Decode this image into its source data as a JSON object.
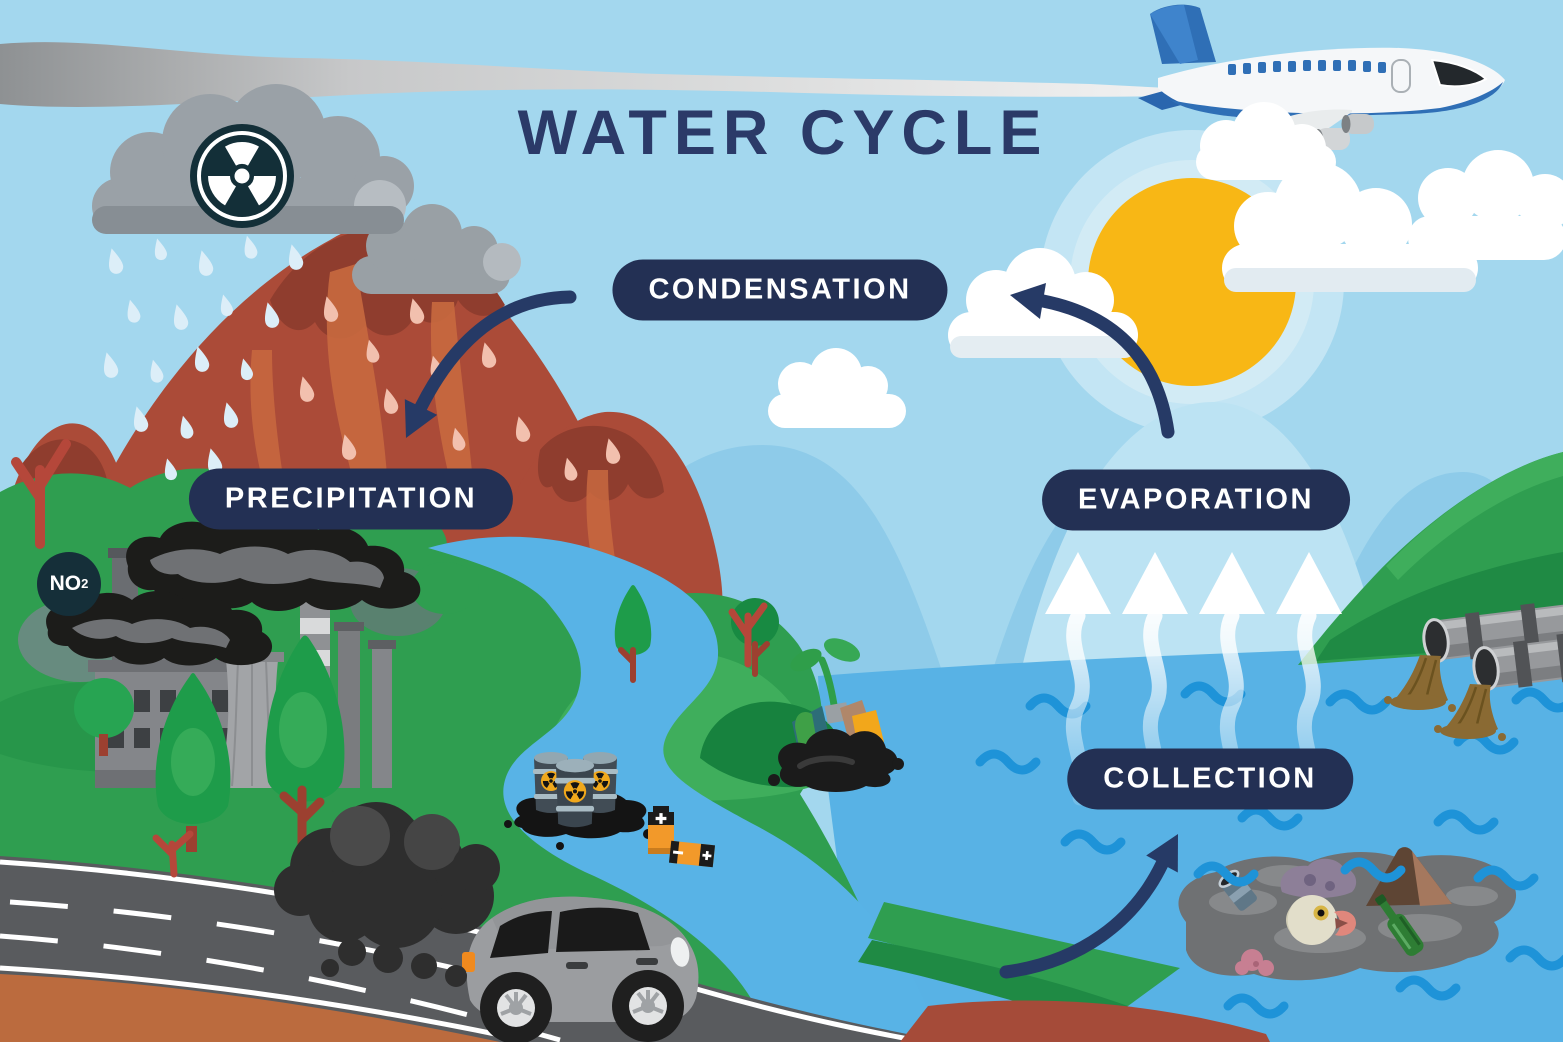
{
  "title": "WATER CYCLE",
  "stages": {
    "condensation": "CONDENSATION",
    "precipitation": "PRECIPITATION",
    "evaporation": "EVAPORATION",
    "collection": "COLLECTION"
  },
  "badges": {
    "no2": {
      "text": "NO",
      "subscript": "2"
    }
  },
  "icons": {
    "rain_cloud_hazard": "radiation-icon",
    "barrel_hazard": "radiation-icon",
    "plane": "airplane-illustration",
    "sun": "sun-illustration",
    "dead_fish": "dead-fish-illustration",
    "sewage": "sewage-pipes-illustration"
  },
  "colors": {
    "navy": "#233054",
    "title_navy": "#2b3a68",
    "sky": "#a3d7ee",
    "sun": "#f8b715",
    "water": "#58b2e5",
    "wave": "#1e93d8",
    "grass": "#2f9e50",
    "grass_dark": "#1f8a44",
    "mountain_red": "#ab4b38",
    "mountain_streak": "#c8693f",
    "road_gray": "#595b5e",
    "dirt_orange": "#bb6b3e",
    "smoke_black": "#1c1c1a",
    "cloud_gray": "#9aa1a7",
    "hazard_yellow": "#f0a81c",
    "battery_orange": "#f2992a"
  }
}
